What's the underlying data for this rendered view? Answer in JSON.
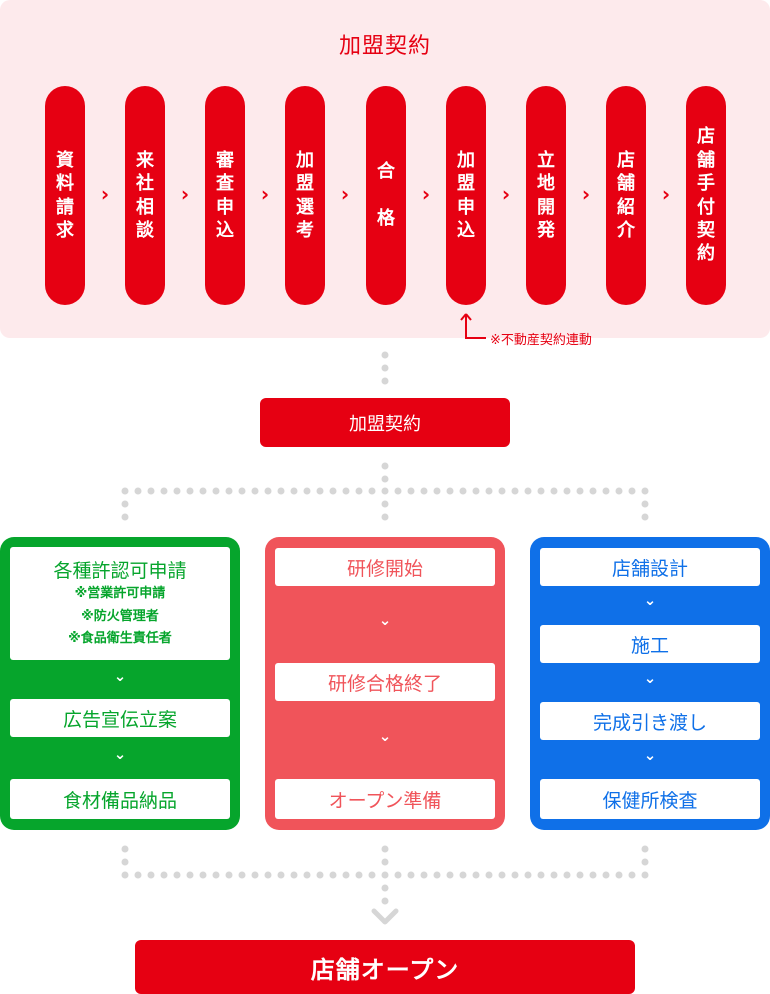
{
  "top": {
    "title": "加盟契約",
    "steps": [
      "資料請求",
      "来社相談",
      "審査申込",
      "加盟選考",
      "合格",
      "加盟申込",
      "立地開発",
      "店舗紹介",
      "店舗手付契約"
    ],
    "step_separator": "›",
    "note": "※不動産契約連動"
  },
  "contract_bar": "加盟契約",
  "columns": {
    "green": {
      "first": "各種許認可申請",
      "sub": [
        "※営業許可申請",
        "※防火管理者",
        "※食品衛生責任者"
      ],
      "second": "広告宣伝立案",
      "third": "食材備品納品"
    },
    "red": {
      "first": "研修開始",
      "second": "研修合格終了",
      "third": "オープン準備"
    },
    "blue": {
      "first": "店舗設計",
      "second": "施工",
      "third": "完成引き渡し",
      "fourth": "保健所検査"
    }
  },
  "down_chevron": "⌄",
  "open_bar": "店舗オープン",
  "colors": {
    "red": "#e60012",
    "pink_bg": "#fdeaec",
    "green": "#06a52c",
    "coral": "#f0545a",
    "blue": "#0f70e8",
    "dots": "#d6d6d6"
  }
}
